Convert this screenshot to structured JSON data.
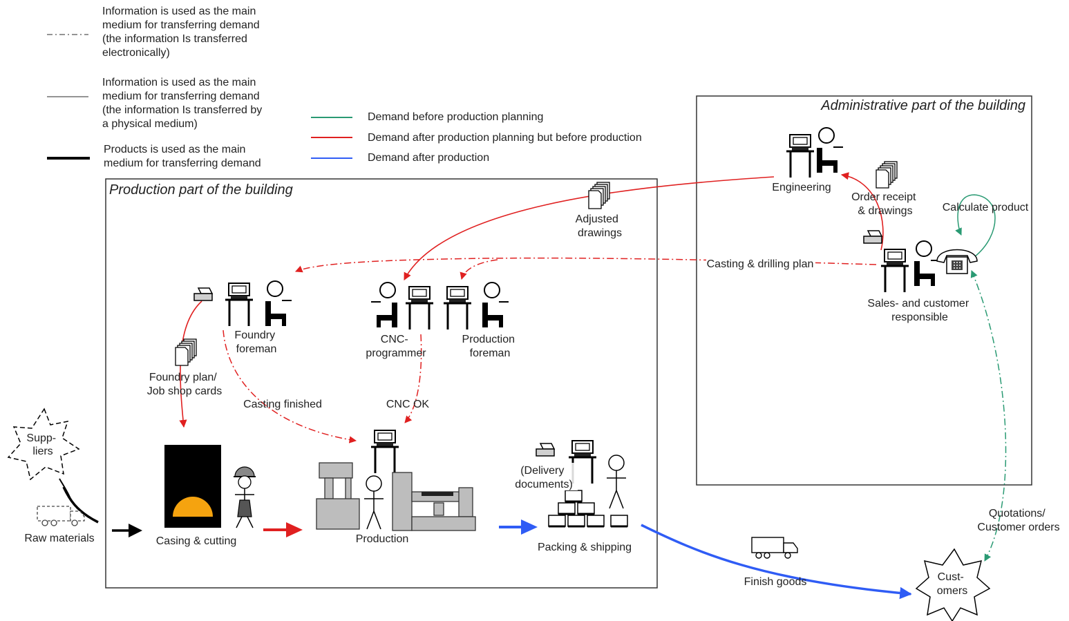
{
  "legend": {
    "electronic": [
      "Information is used as the main",
      "medium for transferring demand",
      "(the information Is transferred",
      "electronically)"
    ],
    "physical": [
      "Information is used as the main",
      "medium for transferring demand",
      "(the information Is transferred by",
      "a physical medium)"
    ],
    "products": [
      "Products is used as the main",
      "medium for transferring demand"
    ],
    "colors": [
      {
        "label": "Demand before production planning",
        "color": "#2a9a73"
      },
      {
        "label": "Demand after production planning but before production",
        "color": "#e02020"
      },
      {
        "label": "Demand after production",
        "color": "#2f5cf5"
      }
    ]
  },
  "areas": {
    "production": "Production part of the building",
    "administrative": "Administrative part of the building"
  },
  "labels": {
    "engineering": "Engineering",
    "order_receipt": [
      "Order receipt",
      "& drawings"
    ],
    "calculate_product": "Calculate product",
    "adjusted_drawings": [
      "Adjusted",
      "drawings"
    ],
    "casting_drilling_plan": "Casting & drilling plan",
    "sales": [
      "Sales- and customer",
      "responsible"
    ],
    "foundry_foreman": [
      "Foundry",
      "foreman"
    ],
    "cnc_programmer": [
      "CNC-",
      "programmer"
    ],
    "production_foreman": [
      "Production",
      "foreman"
    ],
    "foundry_plan": [
      "Foundry plan/",
      "Job shop cards"
    ],
    "casting_finished": "Casting finished",
    "cnc_ok": "CNC OK",
    "suppliers": [
      "Supp-",
      "liers"
    ],
    "raw_materials": "Raw materials",
    "casing_cutting": "Casing & cutting",
    "production": "Production",
    "delivery_documents": [
      "(Delivery",
      "documents)"
    ],
    "packing_shipping": "Packing & shipping",
    "quotations": [
      "Quotations/",
      "Customer orders"
    ],
    "finish_goods": "Finish goods",
    "customers": [
      "Cust-",
      "omers"
    ]
  },
  "colors": {
    "green": "#2a9a73",
    "red": "#e02020",
    "blue": "#2f5cf5",
    "furnace_glow": "#f5a30f",
    "machine_gray": "#bdbdbd"
  }
}
